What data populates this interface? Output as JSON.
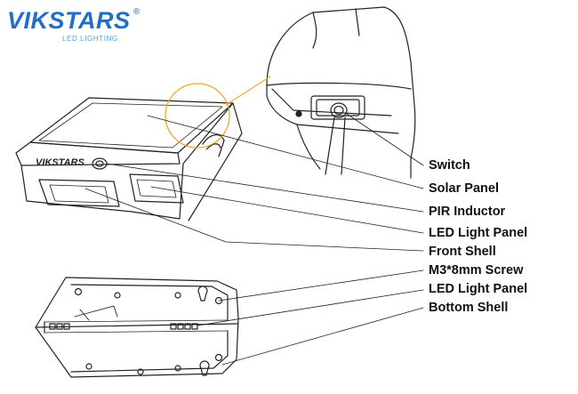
{
  "logo": {
    "brand": "VIKSTARS",
    "registered": "®",
    "tagline": "LED LIGHTING",
    "colors": {
      "primary": "#1f6fc6",
      "secondary": "#4aa3e0"
    }
  },
  "product": {
    "engraved_brand": "VIKSTARS",
    "highlight_color": "#f5a623"
  },
  "labels": {
    "switch": "Switch",
    "solar_panel": "Solar Panel",
    "pir_inductor": "PIR Inductor",
    "led_light_panel_top": "LED Light Panel",
    "front_shell": "Front Shell",
    "m3_screw": "M3*8mm Screw",
    "led_light_panel_bottom": "LED Light Panel",
    "bottom_shell": "Bottom Shell"
  }
}
